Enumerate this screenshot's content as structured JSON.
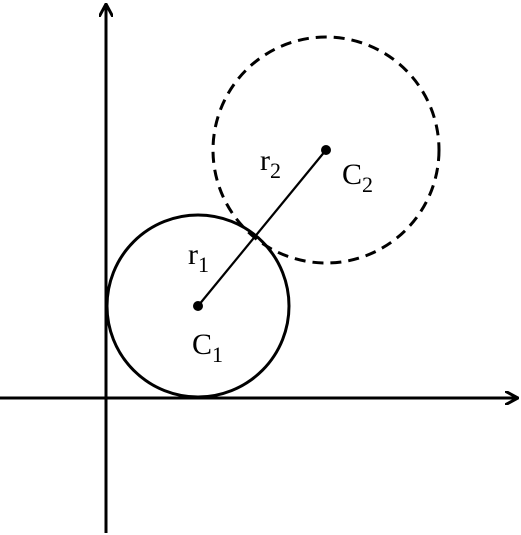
{
  "labels": {
    "center1": {
      "letter": "C",
      "index": "1"
    },
    "center2": {
      "letter": "C",
      "index": "2"
    },
    "radius1": {
      "letter": "r",
      "index": "1"
    },
    "radius2": {
      "letter": "r",
      "index": "2"
    }
  },
  "style": {
    "stroke": "#000000",
    "background": "#ffffff"
  }
}
